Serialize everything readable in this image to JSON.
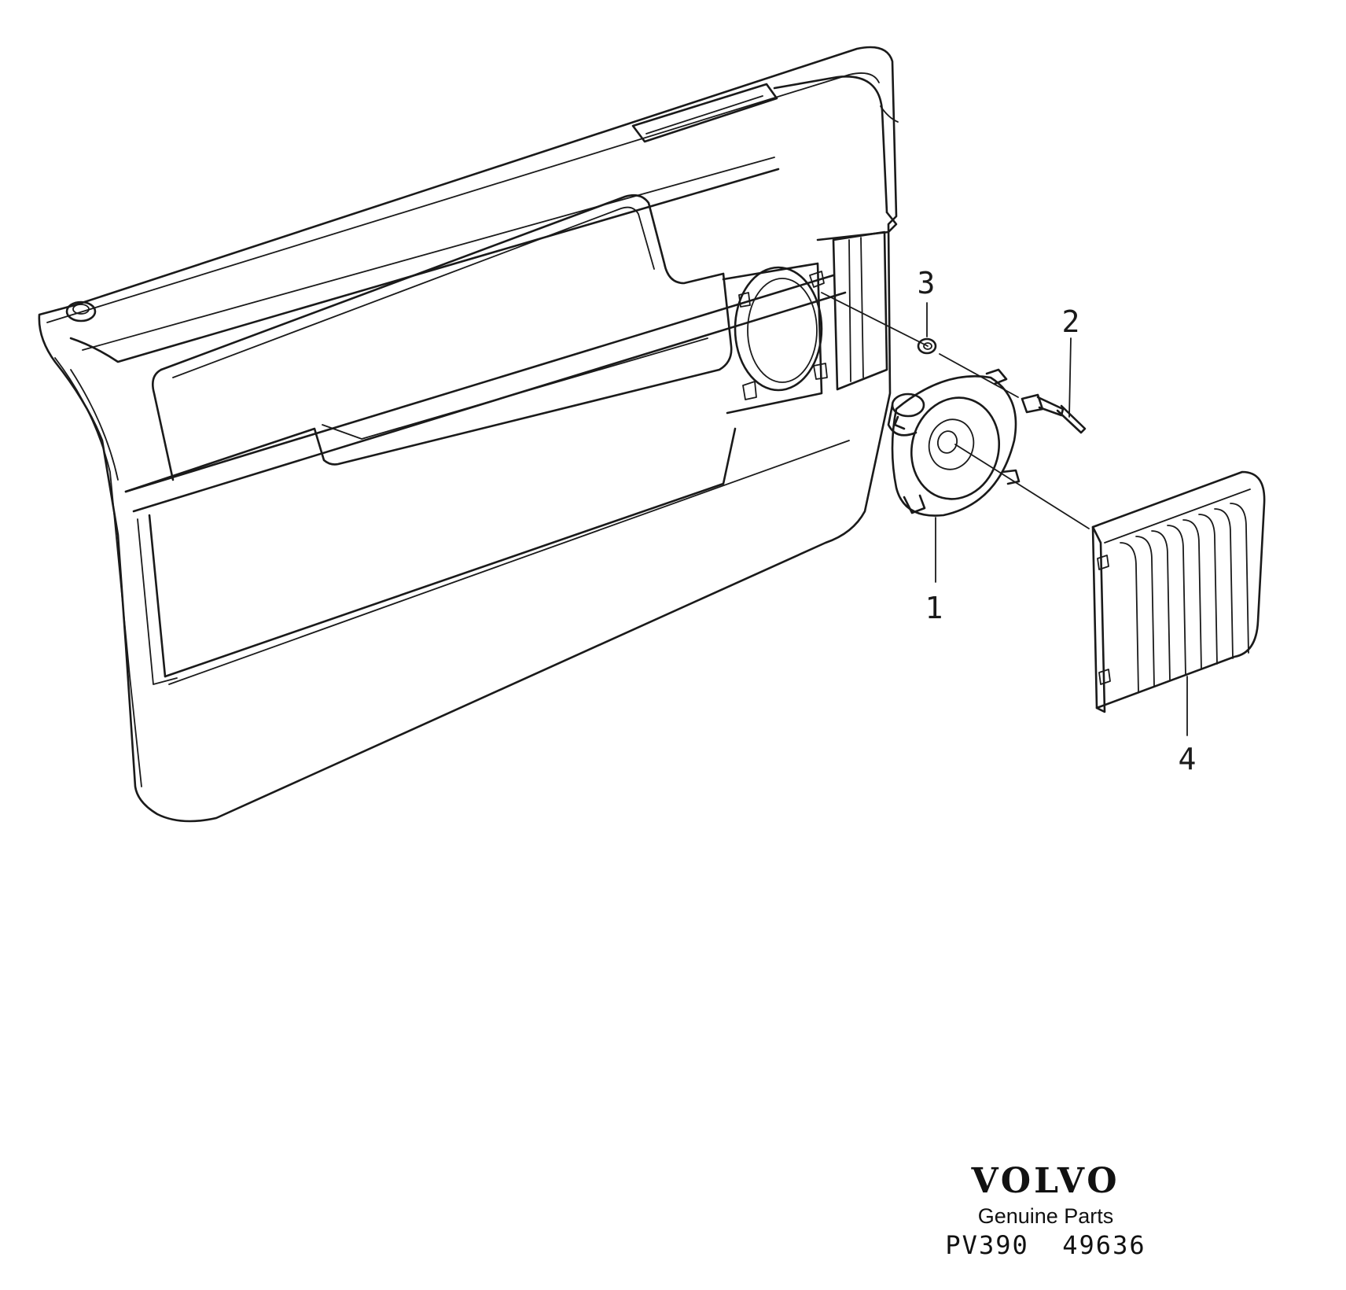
{
  "callouts": {
    "part_1": "1",
    "part_2": "2",
    "part_3": "3",
    "part_4": "4"
  },
  "branding": {
    "logo_text": "VOLVO",
    "tagline": "Genuine Parts",
    "illustration_code": "PV390  49636"
  }
}
